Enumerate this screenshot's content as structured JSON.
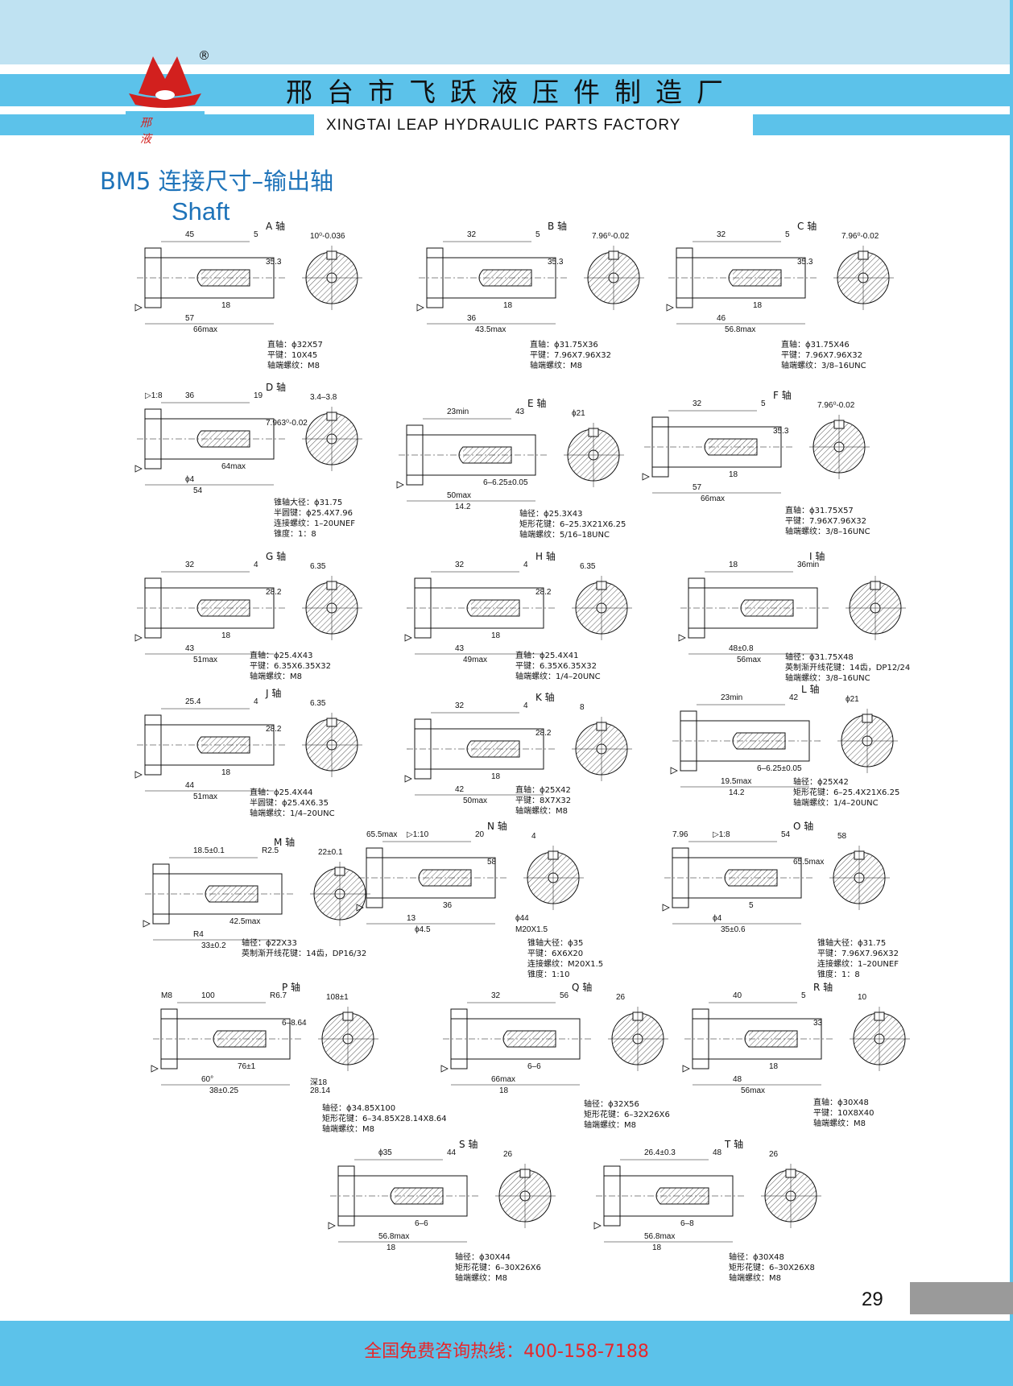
{
  "header": {
    "company_cn": "邢台市飞跃液压件制造厂",
    "company_en": "XINGTAI LEAP HYDRAULIC PARTS FACTORY",
    "logo_text": "邢 液",
    "registered_mark": "®"
  },
  "section": {
    "title": "BM5 连接尺寸–输出轴",
    "subtitle": "Shaft"
  },
  "panels": [
    {
      "label": "A 轴",
      "specs": [
        "直轴：ϕ32X57",
        "平键：10X45",
        "轴端螺纹：M8"
      ],
      "dims": [
        "45",
        "5",
        "57",
        "66max",
        "18",
        "10⁰-0.036",
        "35.3"
      ]
    },
    {
      "label": "B 轴",
      "specs": [
        "直轴：ϕ31.75X36",
        "平键：7.96X7.96X32",
        "轴端螺纹：M8"
      ],
      "dims": [
        "32",
        "5",
        "36",
        "43.5max",
        "18",
        "7.96⁰-0.02",
        "35.3"
      ]
    },
    {
      "label": "C 轴",
      "specs": [
        "直轴：ϕ31.75X46",
        "平键：7.96X7.96X32",
        "轴端螺纹：3/8–16UNC"
      ],
      "dims": [
        "32",
        "5",
        "46",
        "56.8max",
        "18",
        "7.96⁰-0.02",
        "35.3"
      ]
    },
    {
      "label": "D 轴",
      "specs": [
        "锥轴大径：ϕ31.75",
        "半圆键：ϕ25.4X7.96",
        "连接螺纹：1–20UNEF",
        "锥度：1：8"
      ],
      "dims": [
        "36",
        "19",
        "ϕ4",
        "54",
        "64max",
        "3.4–3.8",
        "7.963⁰-0.02",
        "▷1:8"
      ]
    },
    {
      "label": "E 轴",
      "specs": [
        "轴径：ϕ25.3X43",
        "矩形花键：6–25.3X21X6.25",
        "轴端螺纹：5/16–18UNC"
      ],
      "dims": [
        "23min",
        "43",
        "50max",
        "14.2",
        "6–6.25±0.05",
        "ϕ21"
      ]
    },
    {
      "label": "F 轴",
      "specs": [
        "直轴：ϕ31.75X57",
        "平键：7.96X7.96X32",
        "轴端螺纹：3/8–16UNC"
      ],
      "dims": [
        "32",
        "5",
        "57",
        "66max",
        "18",
        "7.96⁰-0.02",
        "35.3"
      ]
    },
    {
      "label": "G 轴",
      "specs": [
        "直轴：ϕ25.4X43",
        "平键：6.35X6.35X32",
        "轴端螺纹：M8"
      ],
      "dims": [
        "32",
        "4",
        "43",
        "51max",
        "18",
        "6.35",
        "28.2"
      ]
    },
    {
      "label": "H 轴",
      "specs": [
        "直轴：ϕ25.4X41",
        "平键：6.35X6.35X32",
        "轴端螺纹：1/4–20UNC"
      ],
      "dims": [
        "32",
        "4",
        "43",
        "49max",
        "18",
        "6.35",
        "28.2"
      ]
    },
    {
      "label": "I 轴",
      "specs": [
        "轴径：ϕ31.75X48",
        "英制渐开线花键：14齿，DP12/24",
        "轴端螺纹：3/8–16UNC"
      ],
      "dims": [
        "18",
        "36min",
        "48±0.8",
        "56max"
      ]
    },
    {
      "label": "J 轴",
      "specs": [
        "直轴：ϕ25.4X44",
        "半圆键：ϕ25.4X6.35",
        "轴端螺纹：1/4–20UNC"
      ],
      "dims": [
        "25.4",
        "4",
        "44",
        "51max",
        "18",
        "6.35",
        "28.2"
      ]
    },
    {
      "label": "K 轴",
      "specs": [
        "直轴：ϕ25X42",
        "平键：8X7X32",
        "轴端螺纹：M8"
      ],
      "dims": [
        "32",
        "4",
        "42",
        "50max",
        "18",
        "8",
        "28.2"
      ]
    },
    {
      "label": "L 轴",
      "specs": [
        "轴径：ϕ25X42",
        "矩形花键：6–25.4X21X6.25",
        "轴端螺纹：1/4–20UNC"
      ],
      "dims": [
        "23min",
        "42",
        "19.5max",
        "14.2",
        "6–6.25±0.05",
        "ϕ21"
      ]
    },
    {
      "label": "M 轴",
      "specs": [
        "轴径：ϕ22X33",
        "英制渐开线花键：14齿，DP16/32"
      ],
      "dims": [
        "18.5±0.1",
        "R2.5",
        "R4",
        "33±0.2",
        "42.5max",
        "22±0.1"
      ]
    },
    {
      "label": "N 轴",
      "specs": [
        "锥轴大径：ϕ35",
        "平键：6X6X20",
        "连接螺纹：M20X1.5",
        "锥度：1:10"
      ],
      "dims": [
        "▷1:10",
        "20",
        "13",
        "ϕ4.5",
        "36",
        "4",
        "58",
        "65.5max",
        "ϕ44",
        "M20X1.5"
      ]
    },
    {
      "label": "O 轴",
      "specs": [
        "锥轴大径：ϕ31.75",
        "平键：7.96X7.96X32",
        "连接螺纹：1–20UNEF",
        "锥度：1：8"
      ],
      "dims": [
        "▷1:8",
        "54",
        "ϕ4",
        "35±0.6",
        "5",
        "58",
        "65.5max",
        "7.96"
      ]
    },
    {
      "label": "P 轴",
      "specs": [
        "轴径：ϕ34.85X100",
        "矩形花键：6–34.85X28.14X8.64",
        "轴端螺纹：M8"
      ],
      "dims": [
        "100",
        "R6.7",
        "60°",
        "38±0.25",
        "76±1",
        "108±1",
        "6–8.64",
        "M8",
        "深18",
        "28.14"
      ]
    },
    {
      "label": "Q 轴",
      "specs": [
        "轴径：ϕ32X56",
        "矩形花键：6–32X26X6",
        "轴端螺纹：M8"
      ],
      "dims": [
        "32",
        "56",
        "66max",
        "18",
        "6–6",
        "26"
      ]
    },
    {
      "label": "R 轴",
      "specs": [
        "直轴：ϕ30X48",
        "平键：10X8X40",
        "轴端螺纹：M8"
      ],
      "dims": [
        "40",
        "5",
        "48",
        "56max",
        "18",
        "10",
        "33"
      ]
    },
    {
      "label": "S 轴",
      "specs": [
        "轴径：ϕ30X44",
        "矩形花键：6–30X26X6",
        "轴端螺纹：M8"
      ],
      "dims": [
        "ϕ35",
        "44",
        "56.8max",
        "18",
        "6–6",
        "26"
      ]
    },
    {
      "label": "T 轴",
      "specs": [
        "轴径：ϕ30X48",
        "矩形花键：6–30X26X8",
        "轴端螺纹：M8"
      ],
      "dims": [
        "26.4±0.3",
        "48",
        "56.8max",
        "18",
        "6–8",
        "26"
      ]
    }
  ],
  "footer": {
    "page_number": "29",
    "hotline": "全国免费咨询热线：400-158-7188"
  },
  "colors": {
    "light_band": "#bfe2f2",
    "accent_band": "#5cc2ea",
    "title_blue": "#1e73b9",
    "hotline_red": "#e8262a",
    "logo_red": "#d2201e"
  }
}
